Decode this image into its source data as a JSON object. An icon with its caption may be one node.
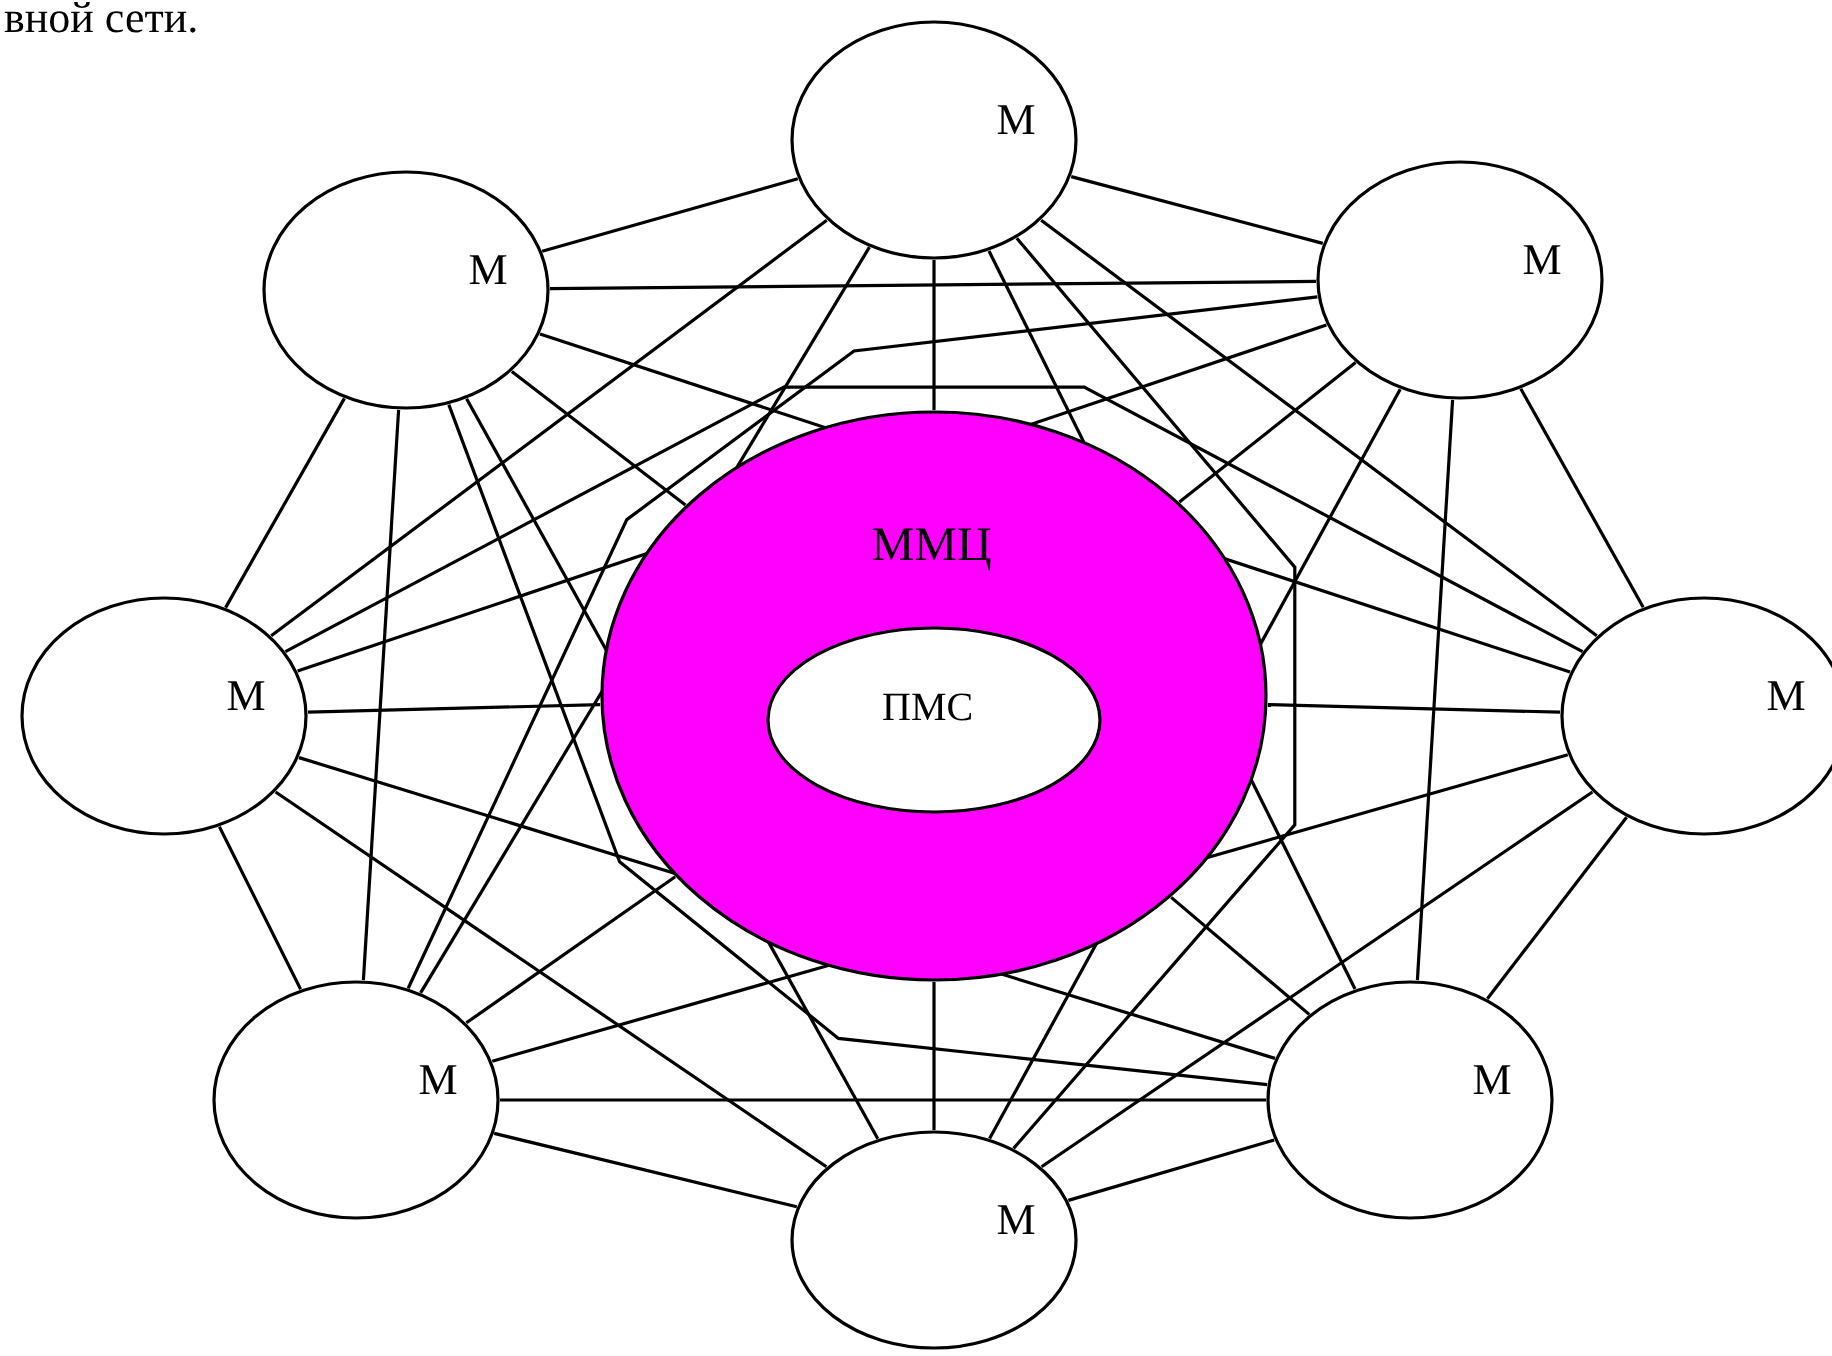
{
  "diagram": {
    "nodes": [
      {
        "text": [
          "М"
        ]
      },
      {
        "text": [
          "М"
        ]
      },
      {
        "text": [
          "М"
        ]
      },
      {
        "text": [
          "М"
        ]
      },
      {
        "text": [
          "М"
        ]
      },
      {
        "text": [
          "М"
        ]
      },
      {
        "text": [
          "М"
        ]
      },
      {
        "text": [
          "М"
        ]
      },
      {
        "text": [
          "ММЦ"
        ]
      },
      {
        "text": [
          "ПМС"
        ],
        "in": 8
      }
    ],
    "edges": [
      {
        "from": 0,
        "to": 1,
        "arrow": "none"
      },
      {
        "from": 0,
        "to": 2,
        "arrow": "none"
      },
      {
        "from": 0,
        "to": 3,
        "arrow": "none"
      },
      {
        "from": 0,
        "to": 4,
        "arrow": "none"
      },
      {
        "from": 0,
        "to": 5,
        "arrow": "none"
      },
      {
        "from": 0,
        "to": 6,
        "arrow": "none"
      },
      {
        "from": 0,
        "to": 7,
        "arrow": "none"
      },
      {
        "from": 1,
        "to": 2,
        "arrow": "none"
      },
      {
        "from": 1,
        "to": 3,
        "arrow": "none"
      },
      {
        "from": 1,
        "to": 4,
        "arrow": "none"
      },
      {
        "from": 1,
        "to": 5,
        "arrow": "none"
      },
      {
        "from": 1,
        "to": 6,
        "arrow": "none"
      },
      {
        "from": 1,
        "to": 7,
        "arrow": "none"
      },
      {
        "from": 2,
        "to": 3,
        "arrow": "none"
      },
      {
        "from": 2,
        "to": 4,
        "arrow": "none"
      },
      {
        "from": 2,
        "to": 5,
        "arrow": "none"
      },
      {
        "from": 2,
        "to": 6,
        "arrow": "none"
      },
      {
        "from": 2,
        "to": 7,
        "arrow": "none"
      },
      {
        "from": 3,
        "to": 4,
        "arrow": "none"
      },
      {
        "from": 3,
        "to": 5,
        "arrow": "none"
      },
      {
        "from": 3,
        "to": 6,
        "arrow": "none"
      },
      {
        "from": 3,
        "to": 7,
        "arrow": "none"
      },
      {
        "from": 4,
        "to": 5,
        "arrow": "none"
      },
      {
        "from": 4,
        "to": 6,
        "arrow": "none"
      },
      {
        "from": 4,
        "to": 7,
        "arrow": "none"
      },
      {
        "from": 5,
        "to": 6,
        "arrow": "none"
      },
      {
        "from": 5,
        "to": 7,
        "arrow": "none"
      },
      {
        "from": 6,
        "to": 7,
        "arrow": "none"
      },
      {
        "from": 0,
        "to": 8,
        "arrow": "none"
      },
      {
        "from": 1,
        "to": 8,
        "arrow": "none"
      },
      {
        "from": 2,
        "to": 8,
        "arrow": "none"
      },
      {
        "from": 3,
        "to": 8,
        "arrow": "none"
      },
      {
        "from": 4,
        "to": 8,
        "arrow": "none"
      },
      {
        "from": 5,
        "to": 8,
        "arrow": "none"
      },
      {
        "from": 6,
        "to": 8,
        "arrow": "none"
      },
      {
        "from": 7,
        "to": 8,
        "arrow": "none"
      }
    ],
    "labels": [
      "вной сети."
    ]
  }
}
